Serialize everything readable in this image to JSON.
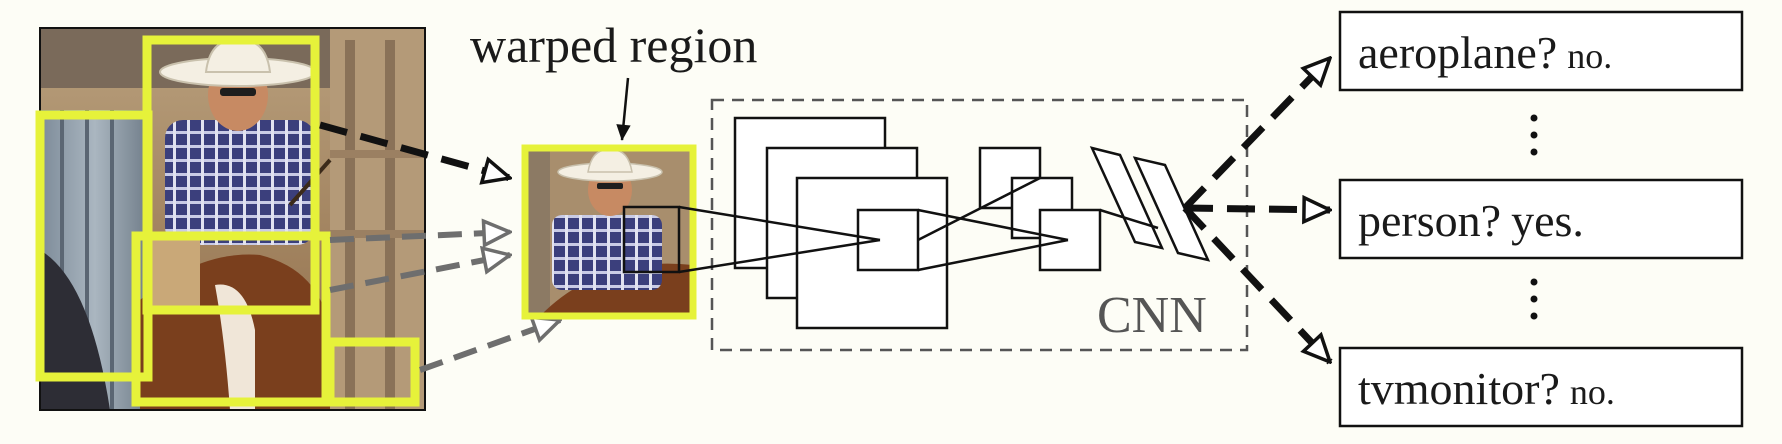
{
  "labels": {
    "warped_region": "warped region",
    "cnn": "CNN"
  },
  "outputs": [
    {
      "category": "aeroplane?",
      "answer": "no."
    },
    {
      "category": "person?",
      "answer": "yes."
    },
    {
      "category": "tvmonitor?",
      "answer": "no."
    }
  ],
  "colors": {
    "proposal_box": "#e6f23a",
    "stroke": "#111111",
    "dashed_gray": "#6e6e6e",
    "cnn_text": "#555555"
  }
}
